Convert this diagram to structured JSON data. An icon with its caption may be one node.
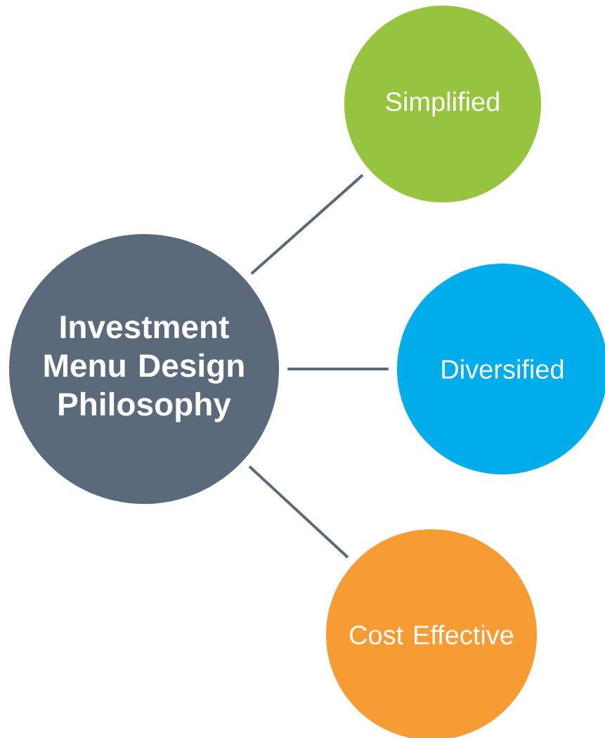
{
  "diagram": {
    "nodes": [
      {
        "text": [
          "Investment Menu Design Philosophy"
        ]
      },
      {
        "text": [
          "Simplified"
        ]
      },
      {
        "text": [
          "Diversified"
        ]
      },
      {
        "text": [
          "Cost Effective"
        ]
      }
    ],
    "edges": [
      {
        "from": 0,
        "to": 1,
        "arrow": "none"
      },
      {
        "from": 0,
        "to": 2,
        "arrow": "none"
      },
      {
        "from": 0,
        "to": 3,
        "arrow": "none"
      }
    ]
  }
}
